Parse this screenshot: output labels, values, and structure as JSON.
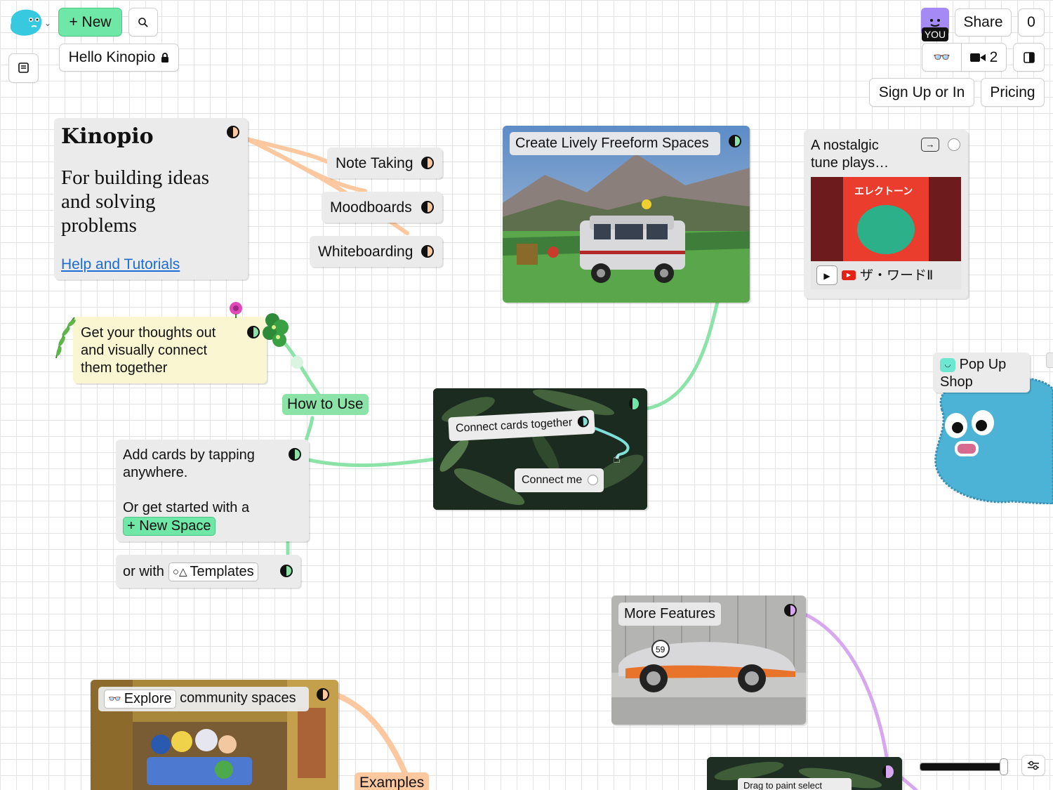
{
  "colors": {
    "green_accent": "#6ee7a7",
    "green_connection": "#8ce3a8",
    "orange_connection": "#fcc8a0",
    "purple_connection": "#d7a8f0",
    "teal_connection": "#7fe0d8",
    "note_yellow": "#fbf6d2",
    "avatar_purple": "#a58af5"
  },
  "header": {
    "new_button_label": "+ New",
    "space_name": "Hello Kinopio",
    "share_label": "Share",
    "count_label": "0",
    "user_label": "YOU",
    "collaborators_count": "2",
    "sign_up_label": "Sign Up or In",
    "pricing_label": "Pricing",
    "icons": {
      "logo": "kinopio-logo-icon",
      "search": "search-icon",
      "sidebar_toggle": "sidebar-icon",
      "lock": "lock-icon",
      "glasses": "glasses-icon",
      "camera": "camera-icon",
      "side_panel": "side-panel-icon"
    }
  },
  "cards": {
    "kinopio": {
      "title": "Kinopio",
      "body": "For building ideas and solving problems",
      "link": "Help and Tutorials"
    },
    "note_taking": "Note Taking",
    "moodboards": "Moodboards",
    "whiteboarding": "Whiteboarding",
    "lively": "Create Lively Freeform Spaces",
    "nostalgic": "A nostalgic tune plays…",
    "nostalgic_track": "ザ・ワードⅡ",
    "nostalgic_art_text": "エレクトーン",
    "thoughts": "Get your thoughts out and visually connect them together",
    "how_to_use": "How to Use",
    "connect_together": "Connect cards together",
    "connect_me": "Connect me",
    "add_cards_line1": "Add cards by tapping anywhere.",
    "add_cards_line2": "Or get started with a",
    "new_space": "+ New Space",
    "or_with": "or with",
    "templates_symbol": "○△",
    "templates": "Templates",
    "pop_up_shop": "Pop Up Shop",
    "more_features": "More Features",
    "explore": "Explore",
    "explore_rest": "community spaces",
    "examples": "Examples",
    "paint_select": "Drag to paint select"
  },
  "footer": {
    "zoom_fraction": 0.97
  }
}
